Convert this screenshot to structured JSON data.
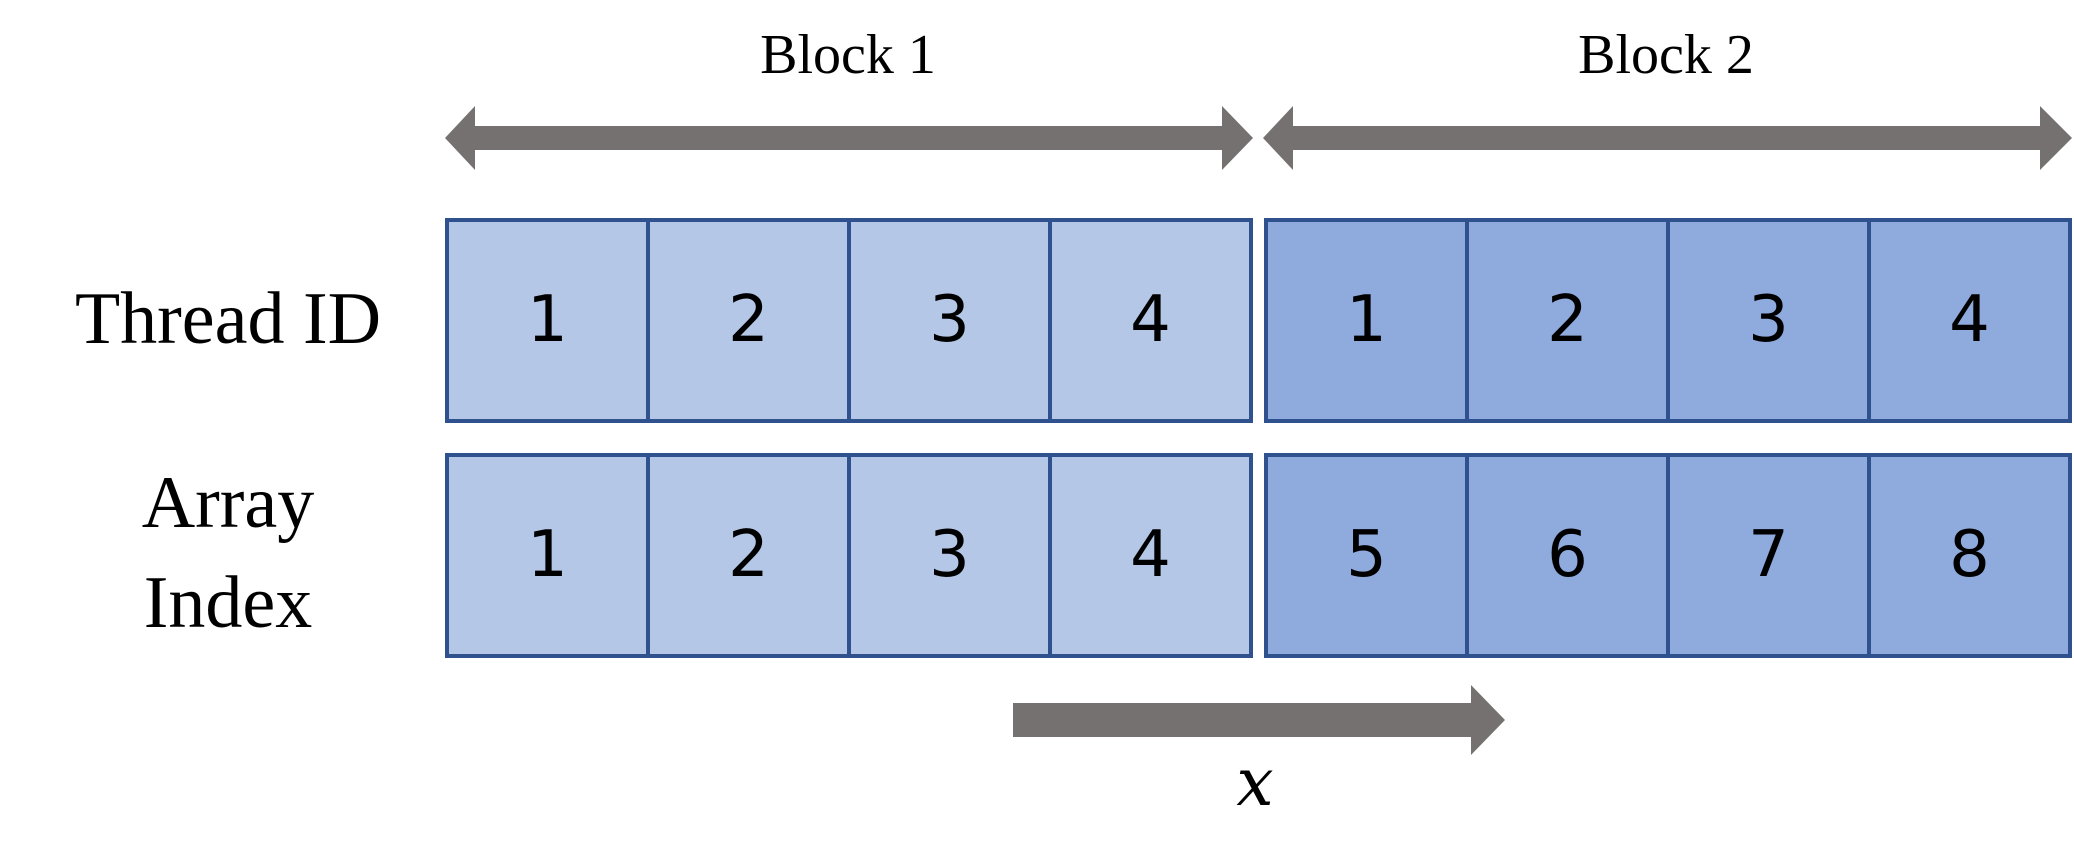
{
  "blocks": [
    {
      "label": "Block 1",
      "color": "#b4c7e7"
    },
    {
      "label": "Block 2",
      "color": "#8faadc"
    }
  ],
  "rows": [
    {
      "label_lines": [
        "Thread ID"
      ],
      "values": [
        [
          "1",
          "2",
          "3",
          "4"
        ],
        [
          "1",
          "2",
          "3",
          "4"
        ]
      ]
    },
    {
      "label_lines": [
        "Array",
        "Index"
      ],
      "values": [
        [
          "1",
          "2",
          "3",
          "4"
        ],
        [
          "5",
          "6",
          "7",
          "8"
        ]
      ]
    }
  ],
  "axis_variable": "x",
  "colors": {
    "arrow": "#767171",
    "border": "#2f528f"
  }
}
